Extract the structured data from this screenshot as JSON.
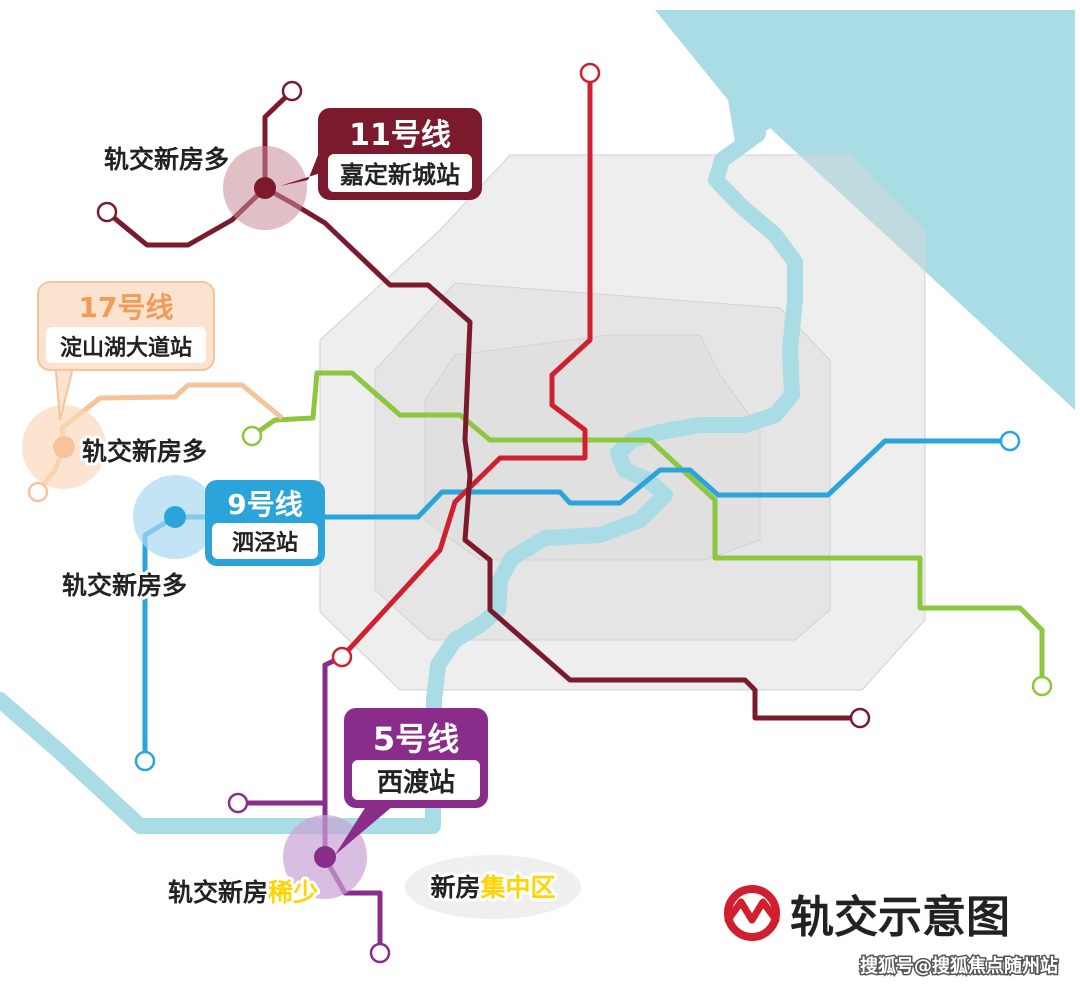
{
  "map": {
    "title": "轨交示意图",
    "watermark": "搜狐号@搜狐焦点随州站",
    "colors": {
      "line11": "#7b1a2c",
      "line17": "#f5c49a",
      "line17_text": "#f39a58",
      "line9": "#2ba4dc",
      "line5": "#8a2c8a",
      "line_red": "#d0202f",
      "line_green": "#8dc63f",
      "river": "#a9dce4",
      "rings": "#e8e8e8",
      "highlight": "#ffd400"
    },
    "callouts": {
      "line11": {
        "line": "11号线",
        "station": "嘉定新城站"
      },
      "line17": {
        "line": "17号线",
        "station": "淀山湖大道站"
      },
      "line9": {
        "line": "9号线",
        "station": "泗泾站"
      },
      "line5": {
        "line": "5号线",
        "station": "西渡站"
      }
    },
    "annotations": {
      "many_label": "轨交新房多",
      "few_prefix": "轨交新房",
      "few_highlight": "稀少",
      "cluster_prefix": "新房",
      "cluster_highlight": "集中区"
    }
  }
}
